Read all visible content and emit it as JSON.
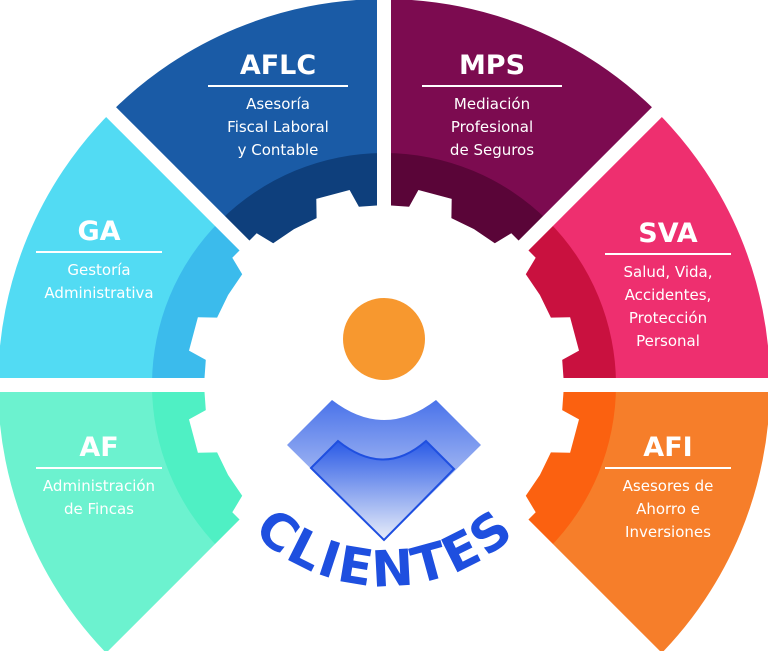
{
  "segments": [
    {
      "abbr": "AFLC",
      "lines": [
        "Asesoría",
        "Fiscal Laboral",
        "y Contable"
      ],
      "color": "#1a5ba6",
      "dark": "#0e3f7c"
    },
    {
      "abbr": "MPS",
      "lines": [
        "Mediación",
        "Profesional",
        "de Seguros"
      ],
      "color": "#7c0b50",
      "dark": "#5a0538"
    },
    {
      "abbr": "SVA",
      "lines": [
        "Salud, Vida,",
        "Accidentes,",
        "Protección",
        "Personal"
      ],
      "color": "#ee2f6f",
      "dark": "#c9113f"
    },
    {
      "abbr": "AFI",
      "lines": [
        "Asesores de",
        "Ahorro e",
        "Inversiones"
      ],
      "color": "#f67e2a",
      "dark": "#fb6110"
    },
    {
      "abbr": "AF",
      "lines": [
        "Administración",
        "de Fincas"
      ],
      "color": "#6cf2cf",
      "dark": "#4ff0c4"
    },
    {
      "abbr": "GA",
      "lines": [
        "Gestoría",
        "Administrativa"
      ],
      "color": "#52dbf3",
      "dark": "#3bbbec"
    }
  ],
  "center": {
    "title": "CLIENTES",
    "title_color": "#1e4fdf",
    "head_color": "#f7982f"
  }
}
